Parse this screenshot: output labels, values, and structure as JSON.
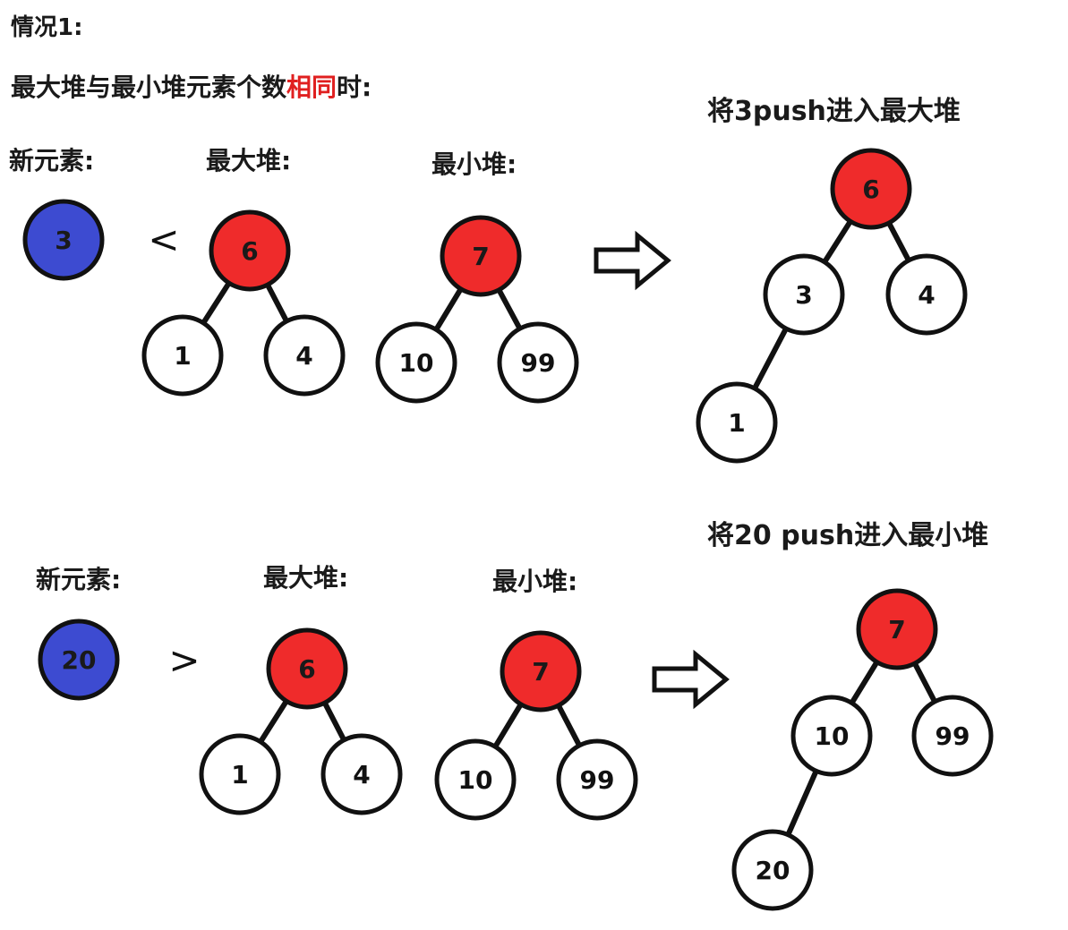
{
  "title": "情况1:",
  "condition": {
    "prefix": "最大堆与最小堆元素个数",
    "highlight": "相同",
    "suffix": "时:"
  },
  "colors": {
    "red_node": "#ef2b2b",
    "blue_node": "#3d4bd1",
    "highlight": "#e02020",
    "stroke": "#111111"
  },
  "case_a": {
    "new_label": "新元素:",
    "new_value": "3",
    "comparator": "<",
    "max_label": "最大堆:",
    "max_heap": [
      "6",
      "1",
      "4"
    ],
    "min_label": "最小堆:",
    "min_heap": [
      "7",
      "10",
      "99"
    ],
    "result_label": "将3push进入最大堆",
    "result_heap": [
      "6",
      "3",
      "4",
      "1"
    ]
  },
  "case_b": {
    "new_label": "新元素:",
    "new_value": "20",
    "comparator": ">",
    "max_label": "最大堆:",
    "max_heap": [
      "6",
      "1",
      "4"
    ],
    "min_label": "最小堆:",
    "min_heap": [
      "7",
      "10",
      "99"
    ],
    "result_label": "将20 push进入最小堆",
    "result_heap": [
      "7",
      "10",
      "99",
      "20"
    ]
  }
}
